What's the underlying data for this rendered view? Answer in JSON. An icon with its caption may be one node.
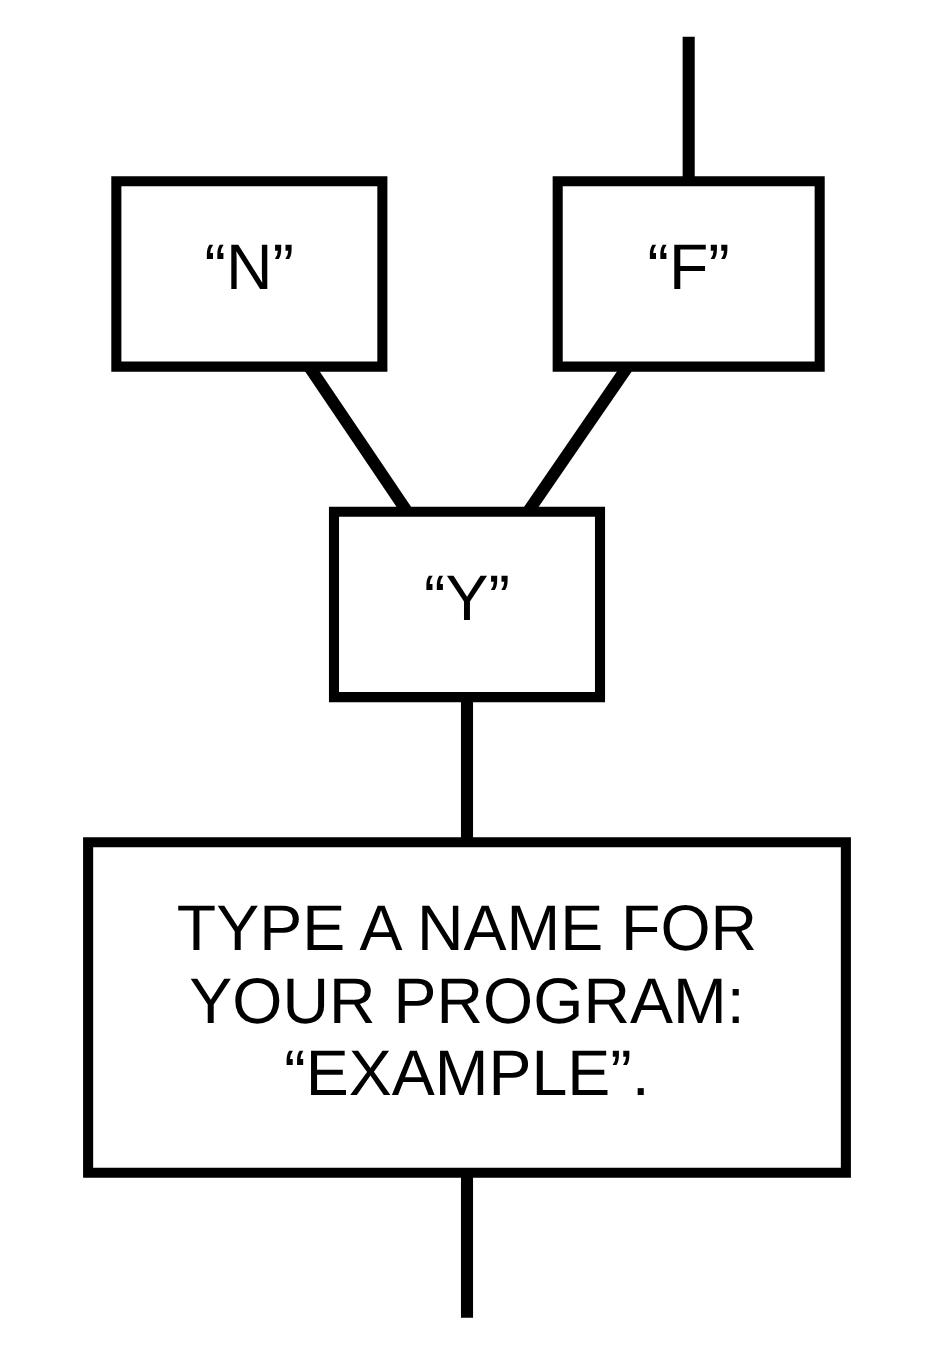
{
  "diagram": {
    "nodes": [
      {
        "text": [
          "“F”"
        ]
      },
      {
        "text": [
          "“N”"
        ]
      },
      {
        "text": [
          "“Y”"
        ]
      },
      {
        "text": [
          "TYPE A NAME FOR YOUR PROGRAM: “EXAMPLE”."
        ]
      }
    ],
    "edges": [
      {
        "from": null,
        "to": 0,
        "arrow": "none"
      },
      {
        "from": 0,
        "to": 2,
        "arrow": "none"
      },
      {
        "from": 1,
        "to": 2,
        "arrow": "none"
      },
      {
        "from": 2,
        "to": 3,
        "arrow": "none"
      },
      {
        "from": 3,
        "to": null,
        "arrow": "none"
      }
    ]
  }
}
